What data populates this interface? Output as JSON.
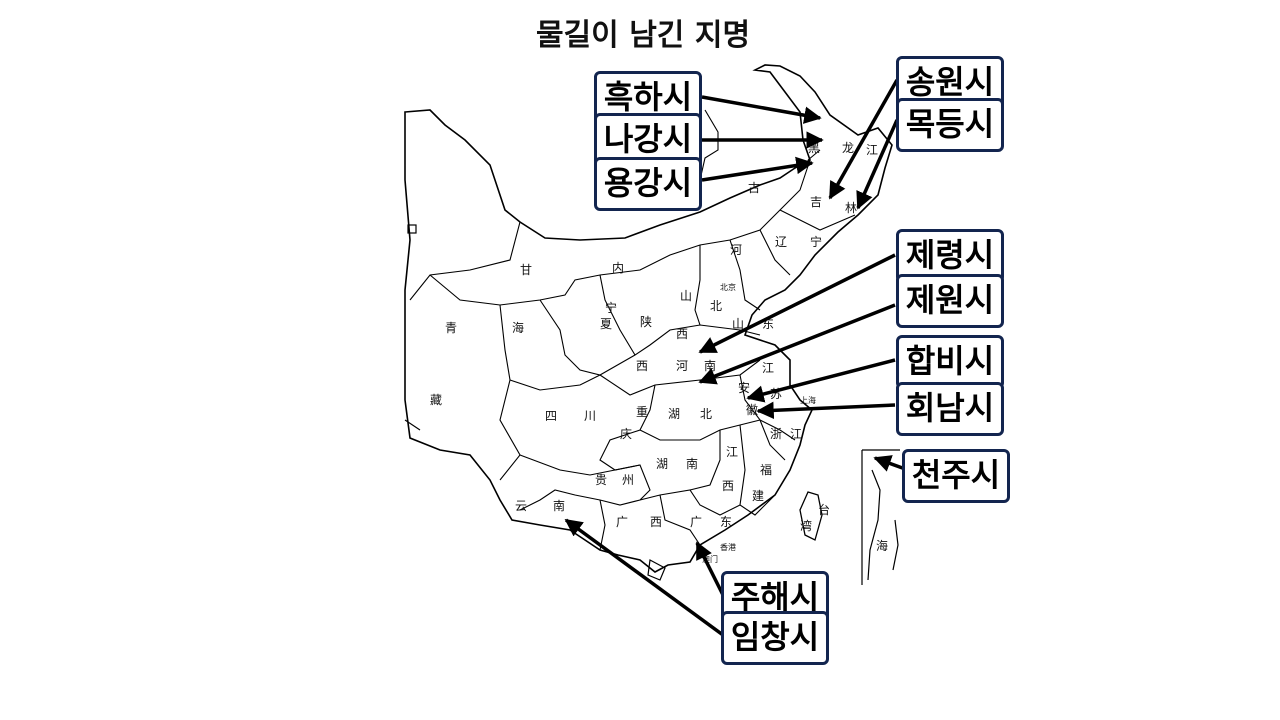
{
  "slide": {
    "title": "물길이 남긴 지명"
  },
  "map": {
    "province_labels": [
      "黑",
      "龙",
      "江",
      "吉",
      "林",
      "古",
      "辽",
      "宁",
      "内",
      "甘",
      "宁",
      "夏",
      "陕",
      "西",
      "山",
      "西",
      "北京",
      "河",
      "北",
      "山",
      "东",
      "河",
      "南",
      "青",
      "海",
      "藏",
      "四",
      "川",
      "重",
      "庆",
      "湖",
      "北",
      "安",
      "徽",
      "江",
      "苏",
      "浙",
      "江",
      "湖",
      "南",
      "江",
      "西",
      "福",
      "建",
      "贵",
      "州",
      "云",
      "南",
      "广",
      "西",
      "广",
      "东",
      "台",
      "湾",
      "上海",
      "澳门",
      "香港",
      "海"
    ],
    "places": [
      {
        "name": "흑하시"
      },
      {
        "name": "나강시"
      },
      {
        "name": "용강시"
      },
      {
        "name": "송원시"
      },
      {
        "name": "목등시"
      },
      {
        "name": "제령시"
      },
      {
        "name": "제원시"
      },
      {
        "name": "합비시"
      },
      {
        "name": "회남시"
      },
      {
        "name": "천주시"
      },
      {
        "name": "주해시"
      },
      {
        "name": "임창시"
      }
    ]
  }
}
